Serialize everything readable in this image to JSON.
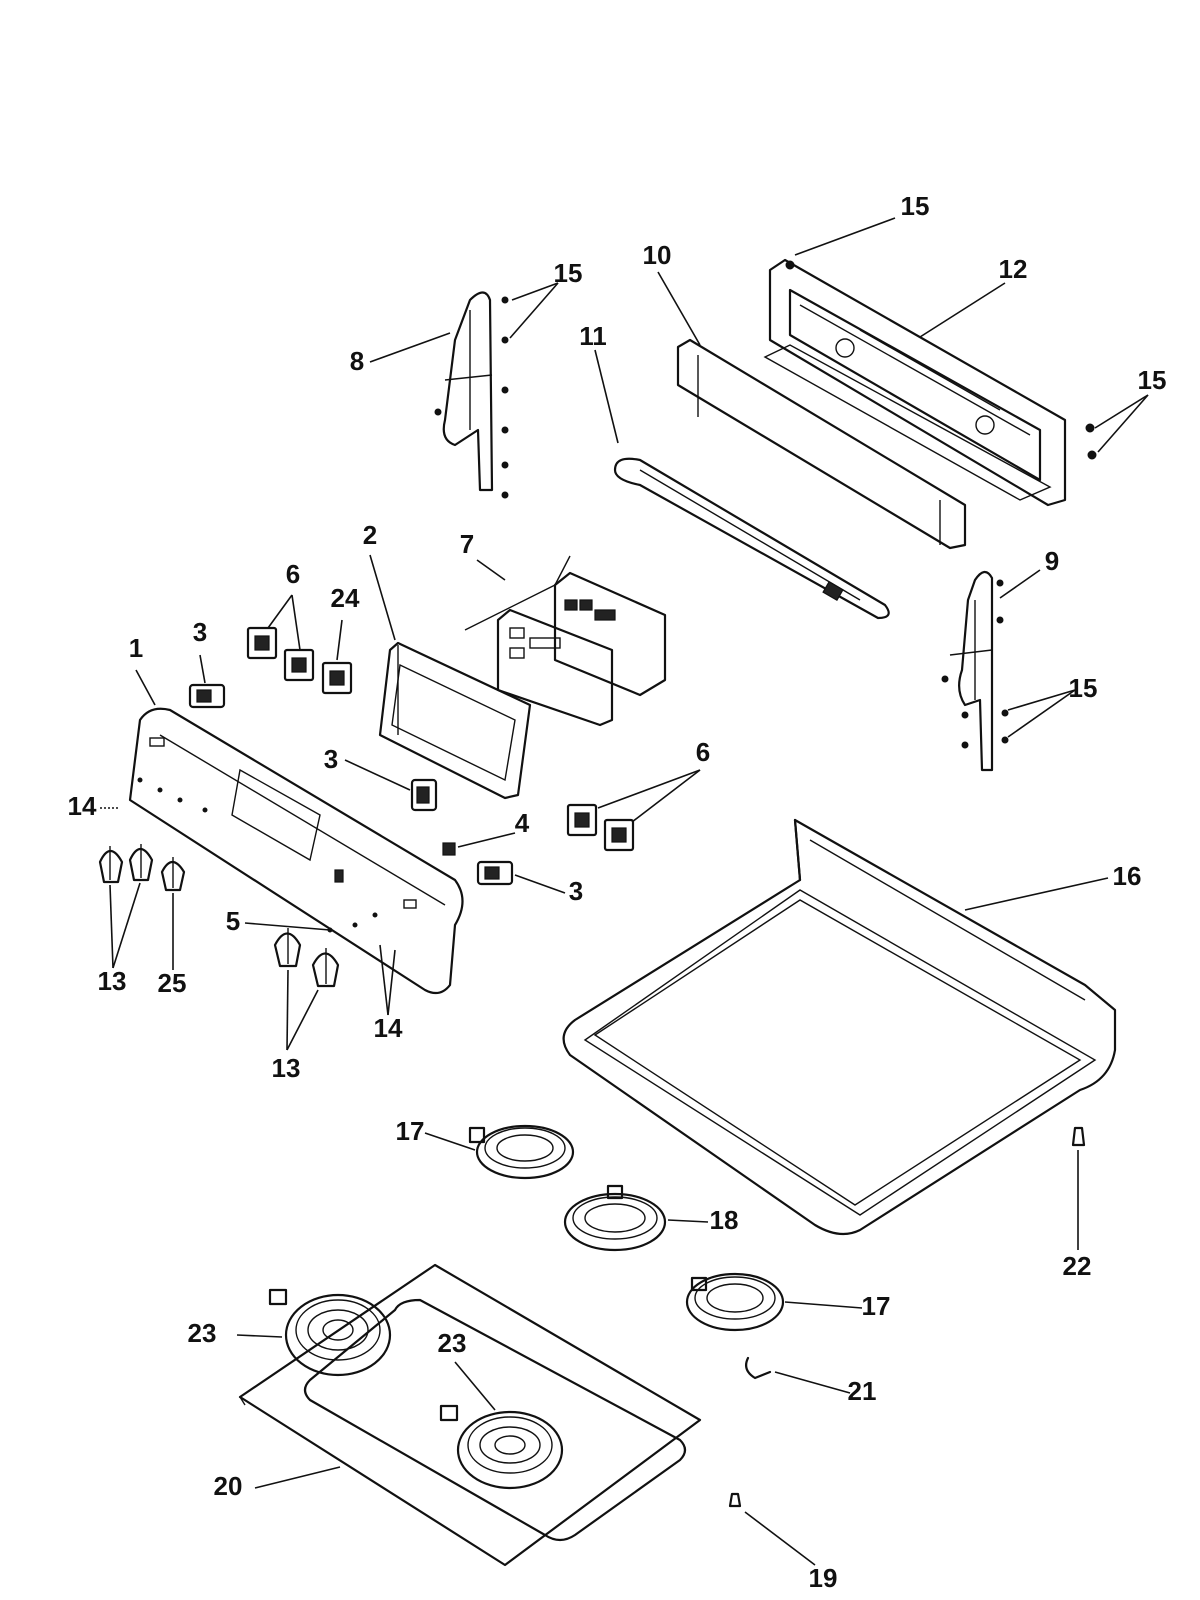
{
  "callouts": [
    {
      "id": "c15a",
      "label": "15"
    },
    {
      "id": "c10",
      "label": "10"
    },
    {
      "id": "c12",
      "label": "12"
    },
    {
      "id": "c15b",
      "label": "15"
    },
    {
      "id": "c11",
      "label": "11"
    },
    {
      "id": "c8",
      "label": "8"
    },
    {
      "id": "c15c",
      "label": "15"
    },
    {
      "id": "c2",
      "label": "2"
    },
    {
      "id": "c7",
      "label": "7"
    },
    {
      "id": "c9",
      "label": "9"
    },
    {
      "id": "c6a",
      "label": "6"
    },
    {
      "id": "c24",
      "label": "24"
    },
    {
      "id": "c3a",
      "label": "3"
    },
    {
      "id": "c1",
      "label": "1"
    },
    {
      "id": "c15d",
      "label": "15"
    },
    {
      "id": "c3b",
      "label": "3"
    },
    {
      "id": "c6b",
      "label": "6"
    },
    {
      "id": "c14a",
      "label": "14"
    },
    {
      "id": "c4",
      "label": "4"
    },
    {
      "id": "c16",
      "label": "16"
    },
    {
      "id": "c3c",
      "label": "3"
    },
    {
      "id": "c5",
      "label": "5"
    },
    {
      "id": "c13a",
      "label": "13"
    },
    {
      "id": "c25",
      "label": "25"
    },
    {
      "id": "c14b",
      "label": "14"
    },
    {
      "id": "c13b",
      "label": "13"
    },
    {
      "id": "c17a",
      "label": "17"
    },
    {
      "id": "c18",
      "label": "18"
    },
    {
      "id": "c22",
      "label": "22"
    },
    {
      "id": "c17b",
      "label": "17"
    },
    {
      "id": "c23a",
      "label": "23"
    },
    {
      "id": "c23b",
      "label": "23"
    },
    {
      "id": "c21",
      "label": "21"
    },
    {
      "id": "c20",
      "label": "20"
    },
    {
      "id": "c19",
      "label": "19"
    }
  ]
}
